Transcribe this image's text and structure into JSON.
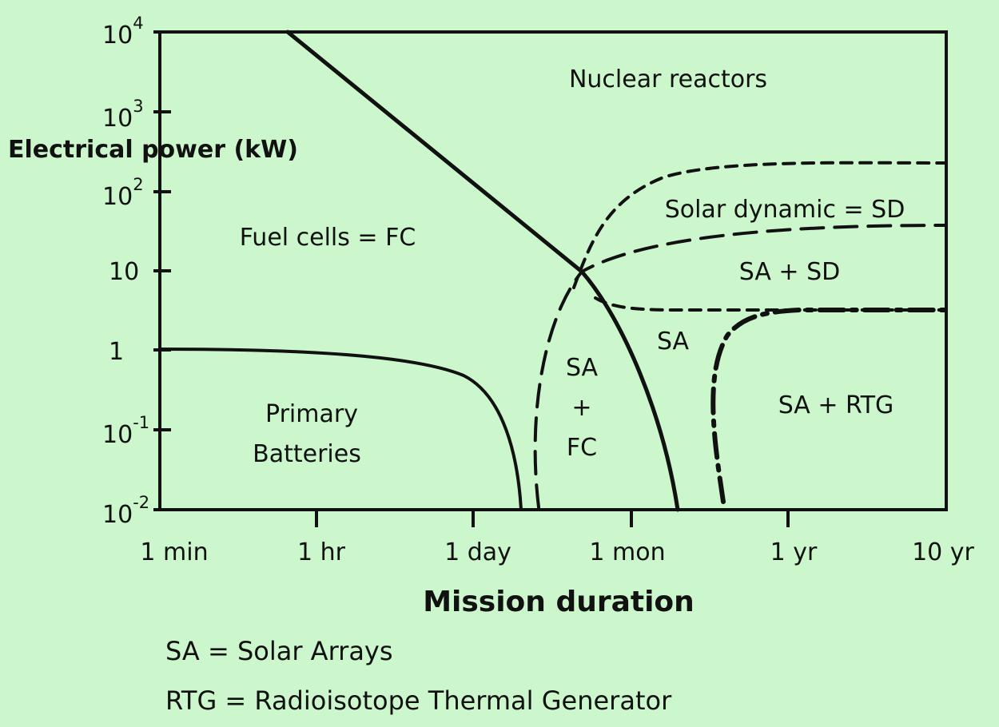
{
  "chart_data": {
    "type": "area",
    "title": "",
    "xlabel": "Mission duration",
    "ylabel": "Electrical power (kW)",
    "x_scale": "log",
    "y_scale": "log",
    "x_ticks": [
      "1 min",
      "1 hr",
      "1 day",
      "1 mon",
      "1 yr",
      "10 yr"
    ],
    "y_ticks": [
      {
        "base": "10",
        "exp": "4"
      },
      {
        "base": "10",
        "exp": "3"
      },
      {
        "base": "10",
        "exp": "2"
      },
      {
        "base": "10",
        "exp": ""
      },
      {
        "base": "1",
        "exp": ""
      },
      {
        "base": "10",
        "exp": "-1"
      },
      {
        "base": "10",
        "exp": "-2"
      }
    ],
    "xlim": [
      "1 min",
      "10 yr"
    ],
    "ylim_kW": [
      0.01,
      10000
    ],
    "regions": [
      {
        "label": "Nuclear reactors"
      },
      {
        "label": "Fuel cells = FC"
      },
      {
        "label": "Solar dynamic = SD"
      },
      {
        "label": "SA + SD"
      },
      {
        "label": "SA"
      },
      {
        "label": "SA + RTG"
      },
      {
        "label_lines": [
          "SA",
          "+",
          "FC"
        ]
      },
      {
        "label_lines": [
          "Primary",
          "Batteries"
        ]
      }
    ],
    "grid": false,
    "legend": [
      "SA = Solar Arrays",
      "RTG = Radioisotope Thermal Generator"
    ]
  }
}
